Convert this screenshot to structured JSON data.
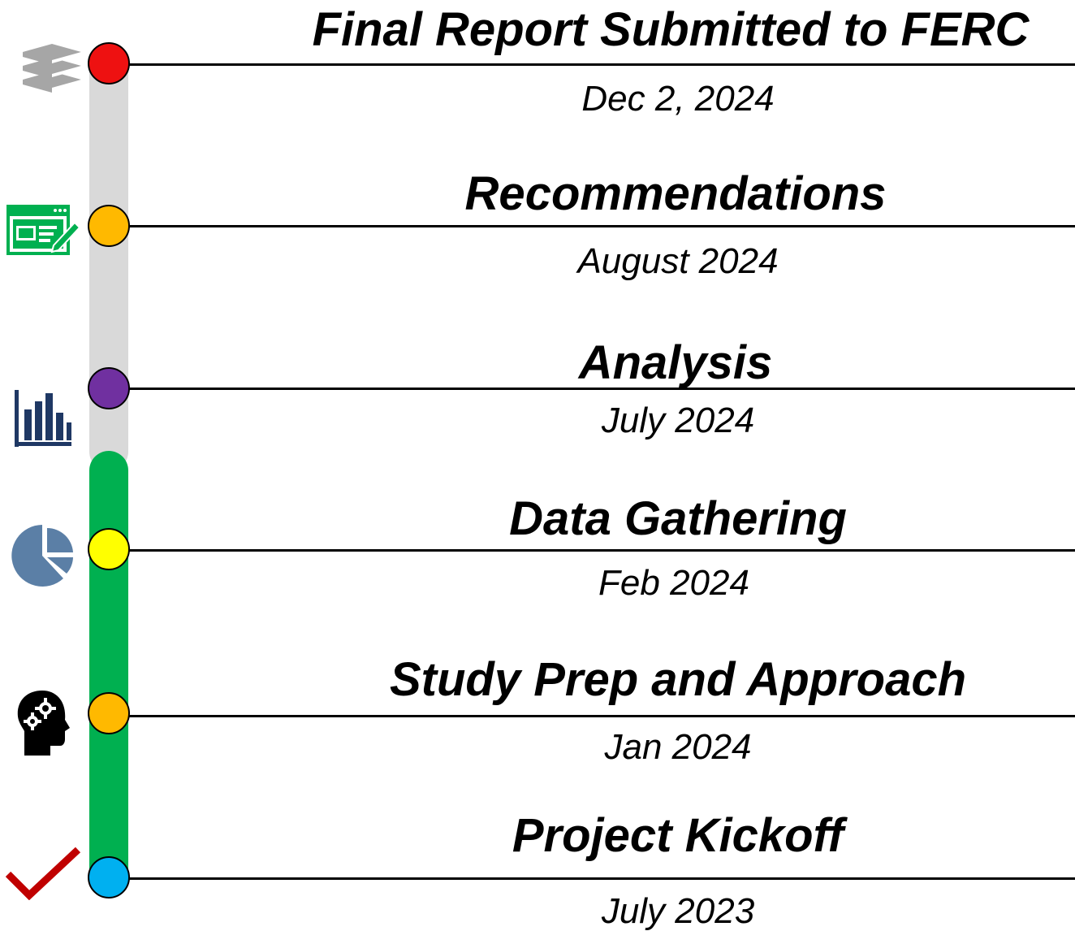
{
  "milestones": [
    {
      "title": "Final Report Submitted to FERC",
      "date": "Dec 2, 2024",
      "color": "#ee1111",
      "icon": "stacked-books-icon"
    },
    {
      "title": "Recommendations",
      "date": "August 2024",
      "color": "#ffb900",
      "icon": "document-edit-icon"
    },
    {
      "title": "Analysis",
      "date": "July 2024",
      "color": "#7030a0",
      "icon": "bar-chart-icon"
    },
    {
      "title": "Data Gathering",
      "date": "Feb 2024",
      "color": "#ffff00",
      "icon": "pie-chart-icon"
    },
    {
      "title": "Study Prep and Approach",
      "date": "Jan 2024",
      "color": "#ffb900",
      "icon": "head-gears-icon"
    },
    {
      "title": "Project Kickoff",
      "date": "July 2023",
      "color": "#00b0f0",
      "icon": "checkmark-icon"
    }
  ],
  "track_colors": {
    "completed": "#00b050",
    "pending": "#d9d9d9"
  }
}
